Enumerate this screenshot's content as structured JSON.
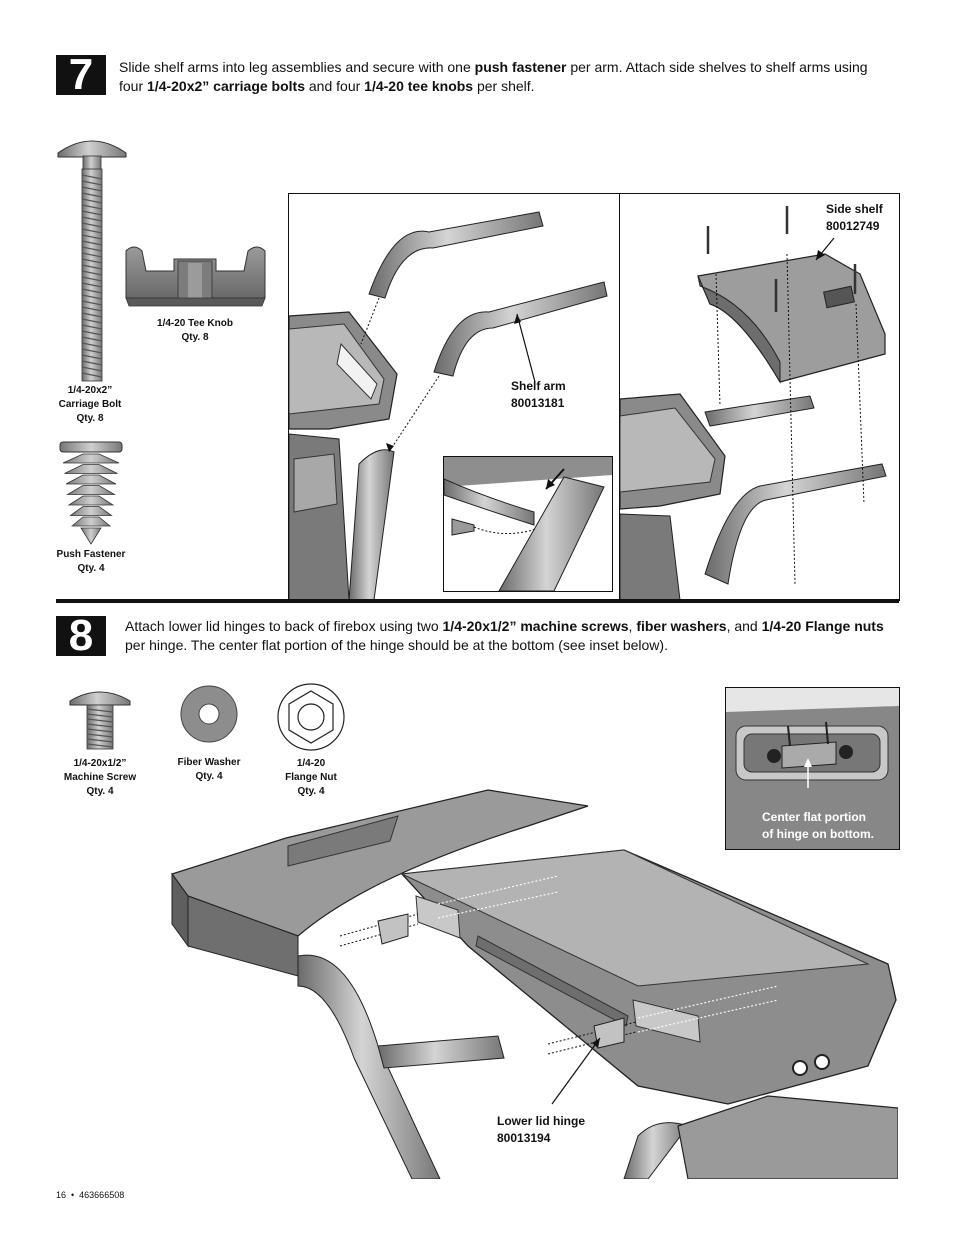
{
  "step7": {
    "number": "7",
    "text": [
      {
        "t": "Slide shelf arms into leg assemblies and secure with one ",
        "b": false
      },
      {
        "t": "push fastener",
        "b": true
      },
      {
        "t": " per arm. Attach side shelves to shelf arms using four ",
        "b": false
      },
      {
        "t": "1/4-20x2” carriage bolts",
        "b": true
      },
      {
        "t": " and four ",
        "b": false
      },
      {
        "t": "1/4-20 tee knobs",
        "b": true
      },
      {
        "t": " per shelf.",
        "b": false
      }
    ],
    "parts": {
      "carriage_bolt": [
        "1/4-20x2”",
        "Carriage Bolt",
        "Qty. 8"
      ],
      "tee_knob": [
        "1/4-20 Tee Knob",
        "Qty. 8"
      ],
      "push_fastener": [
        "Push Fastener",
        "Qty. 4"
      ]
    },
    "callouts": {
      "shelf_arm": [
        "Shelf arm",
        "80013181"
      ],
      "side_shelf": [
        "Side shelf",
        "80012749"
      ]
    }
  },
  "step8": {
    "number": "8",
    "text": [
      {
        "t": "Attach lower lid hinges to back of firebox using two ",
        "b": false
      },
      {
        "t": "1/4-20x1/2” machine screws",
        "b": true
      },
      {
        "t": ", ",
        "b": false
      },
      {
        "t": "fiber washers",
        "b": true
      },
      {
        "t": ", and ",
        "b": false
      },
      {
        "t": "1/4-20 Flange nuts",
        "b": true
      },
      {
        "t": " per hinge. The center flat portion of the hinge should be at the bottom (see inset below).",
        "b": false
      }
    ],
    "parts": {
      "machine_screw": [
        "1/4-20x1/2”",
        "Machine Screw",
        "Qty. 4"
      ],
      "fiber_washer": [
        "Fiber Washer",
        "Qty. 4"
      ],
      "flange_nut": [
        "1/4-20",
        "Flange Nut",
        "Qty. 4"
      ]
    },
    "inset_caption": [
      "Center flat portion",
      "of hinge on bottom."
    ],
    "callouts": {
      "lower_lid_hinge": [
        "Lower lid hinge",
        "80013194"
      ]
    }
  },
  "footer": "16  •  463666508",
  "colors": {
    "metal": "#8c8c8c",
    "metal_dark": "#5e5e5e",
    "metal_light": "#c8c8c8",
    "ink": "#111111"
  }
}
